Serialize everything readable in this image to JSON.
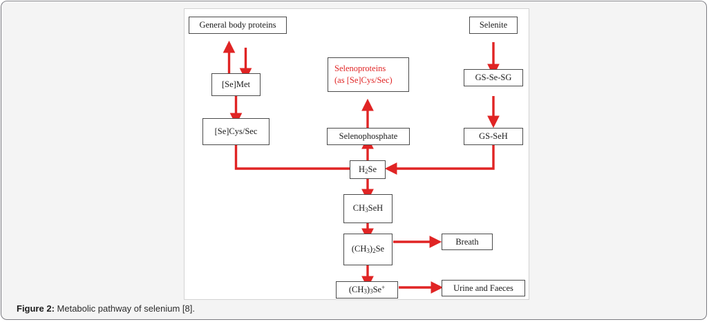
{
  "caption": {
    "label": "Figure 2:",
    "text": " Metabolic pathway of selenium [8]."
  },
  "colors": {
    "arrow_red": "#e02424",
    "red_text": "#e02424",
    "box_border": "#4a4a4a",
    "panel_border": "#d2d2d2",
    "card_background": "#f4f4f4",
    "panel_background": "#ffffff"
  },
  "diagram": {
    "title": "Metabolic pathway of selenium",
    "nodes": [
      {
        "id": "general-body-proteins",
        "label": "General body proteins",
        "red": false
      },
      {
        "id": "se-met",
        "label": "[Se]Met",
        "red": false
      },
      {
        "id": "se-cys-sec",
        "label": "[Se]Cys/Sec",
        "red": false
      },
      {
        "id": "selenoproteins",
        "label": "Selenoproteins\n(as [Se]Cys/Sec)",
        "line1": "Selenoproteins",
        "line2": "(as [Se]Cys/Sec)",
        "red": true
      },
      {
        "id": "selenophosphate",
        "label": "Selenophosphate",
        "red": false
      },
      {
        "id": "selenite",
        "label": "Selenite",
        "red": false
      },
      {
        "id": "gs-se-sg",
        "label": "GS-Se-SG",
        "red": false
      },
      {
        "id": "gs-seh",
        "label": "GS-SeH",
        "red": false
      },
      {
        "id": "h2se",
        "label": "H2Se",
        "base": "H",
        "sub": "2",
        "tail": "Se",
        "red": false
      },
      {
        "id": "ch3seh",
        "label": "CH3SeH",
        "base": "CH",
        "sub": "3",
        "tail": "SeH",
        "red": false
      },
      {
        "id": "ch3-2-se",
        "label": "(CH3)2Se",
        "red": false
      },
      {
        "id": "ch3-3-se-plus",
        "label": "(CH3)3Se+",
        "red": false
      },
      {
        "id": "breath",
        "label": "Breath",
        "red": false
      },
      {
        "id": "urine-and-faeces",
        "label": "Urine and Faeces",
        "red": false
      }
    ],
    "edges": [
      {
        "from": "se-met",
        "to": "general-body-proteins",
        "direction": "up"
      },
      {
        "from": "general-body-proteins",
        "to": "se-met",
        "direction": "down"
      },
      {
        "from": "se-met",
        "to": "se-cys-sec",
        "direction": "down"
      },
      {
        "from": "se-cys-sec",
        "to": "h2se",
        "direction": "elbow-right"
      },
      {
        "from": "selenophosphate",
        "to": "selenoproteins",
        "direction": "up"
      },
      {
        "from": "h2se",
        "to": "selenophosphate",
        "direction": "up"
      },
      {
        "from": "selenite",
        "to": "gs-se-sg",
        "direction": "down"
      },
      {
        "from": "gs-se-sg",
        "to": "gs-seh",
        "direction": "down"
      },
      {
        "from": "gs-seh",
        "to": "h2se",
        "direction": "elbow-left"
      },
      {
        "from": "h2se",
        "to": "ch3seh",
        "direction": "down"
      },
      {
        "from": "ch3seh",
        "to": "ch3-2-se",
        "direction": "down"
      },
      {
        "from": "ch3-2-se",
        "to": "breath",
        "direction": "right"
      },
      {
        "from": "ch3-2-se",
        "to": "ch3-3-se-plus",
        "direction": "down"
      },
      {
        "from": "ch3-3-se-plus",
        "to": "urine-and-faeces",
        "direction": "right"
      }
    ]
  }
}
